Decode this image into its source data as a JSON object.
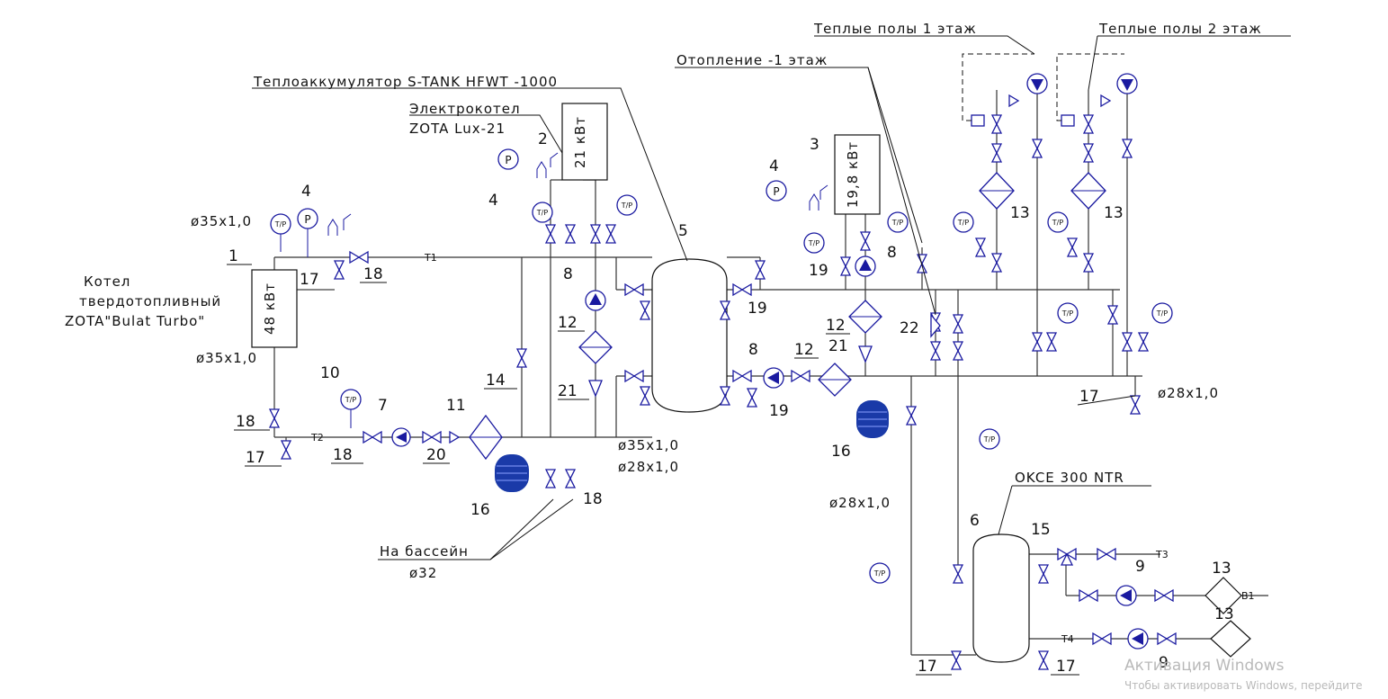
{
  "labels": {
    "heat_accumulator": "Теплоаккумулятор S-TANK HFWT -1000",
    "electric_boiler_line1": "Электрокотел",
    "electric_boiler_line2": "ZOTA Lux-21",
    "solid_boiler_line1": "Котел",
    "solid_boiler_line2": "твердотопливный",
    "solid_boiler_line3": "ZOTA\"Bulat Turbo\"",
    "heating_floor_minus1": "Отопление -1 этаж",
    "warm_floors_1": "Теплые полы 1 этаж",
    "warm_floors_2": "Теплые полы 2 этаж",
    "pool_line1": "На бассейн",
    "pool_line2": "ø32",
    "okce": "OKCE 300 NTR"
  },
  "units": {
    "boiler_48": "48 кВт",
    "boiler_21": "21 кВт",
    "boiler_198": "19,8 кВт"
  },
  "pipes": {
    "d35_top": "ø35x1,0",
    "d35_bottom": "ø35x1,0",
    "d35_mid": "ø35x1,0",
    "d28_mid": "ø28x1,0",
    "d28_right": "ø28x1,0",
    "d28_low": "ø28x1,0",
    "t1": "T1",
    "t2": "T2",
    "t3": "T3",
    "t4": "T4",
    "b1": "B1"
  },
  "instrument_labels": {
    "tp": "T/P",
    "p": "P"
  },
  "callouts": {
    "n1": "1",
    "n2": "2",
    "n3": "3",
    "n4a": "4",
    "n4b": "4",
    "n4c": "4",
    "n5": "5",
    "n6": "6",
    "n7": "7",
    "n8a": "8",
    "n8b": "8",
    "n8c": "8",
    "n9a": "9",
    "n9b": "9",
    "n10": "10",
    "n11": "11",
    "n12a": "12",
    "n12b": "12",
    "n12c": "12",
    "n13a": "13",
    "n13b": "13",
    "n13c": "13",
    "n13d": "13",
    "n14": "14",
    "n15": "15",
    "n16a": "16",
    "n16b": "16",
    "n17a": "17",
    "n17b": "17",
    "n17c": "17",
    "n17d": "17",
    "n17e": "17",
    "n18a": "18",
    "n18b": "18",
    "n18c": "18",
    "n18d": "18",
    "n19a": "19",
    "n19b": "19",
    "n19c": "19",
    "n20": "20",
    "n21a": "21",
    "n21b": "21",
    "n22": "22"
  },
  "watermark": {
    "title": "Активация Windows",
    "subtitle": "Чтобы активировать Windows, перейдите"
  }
}
